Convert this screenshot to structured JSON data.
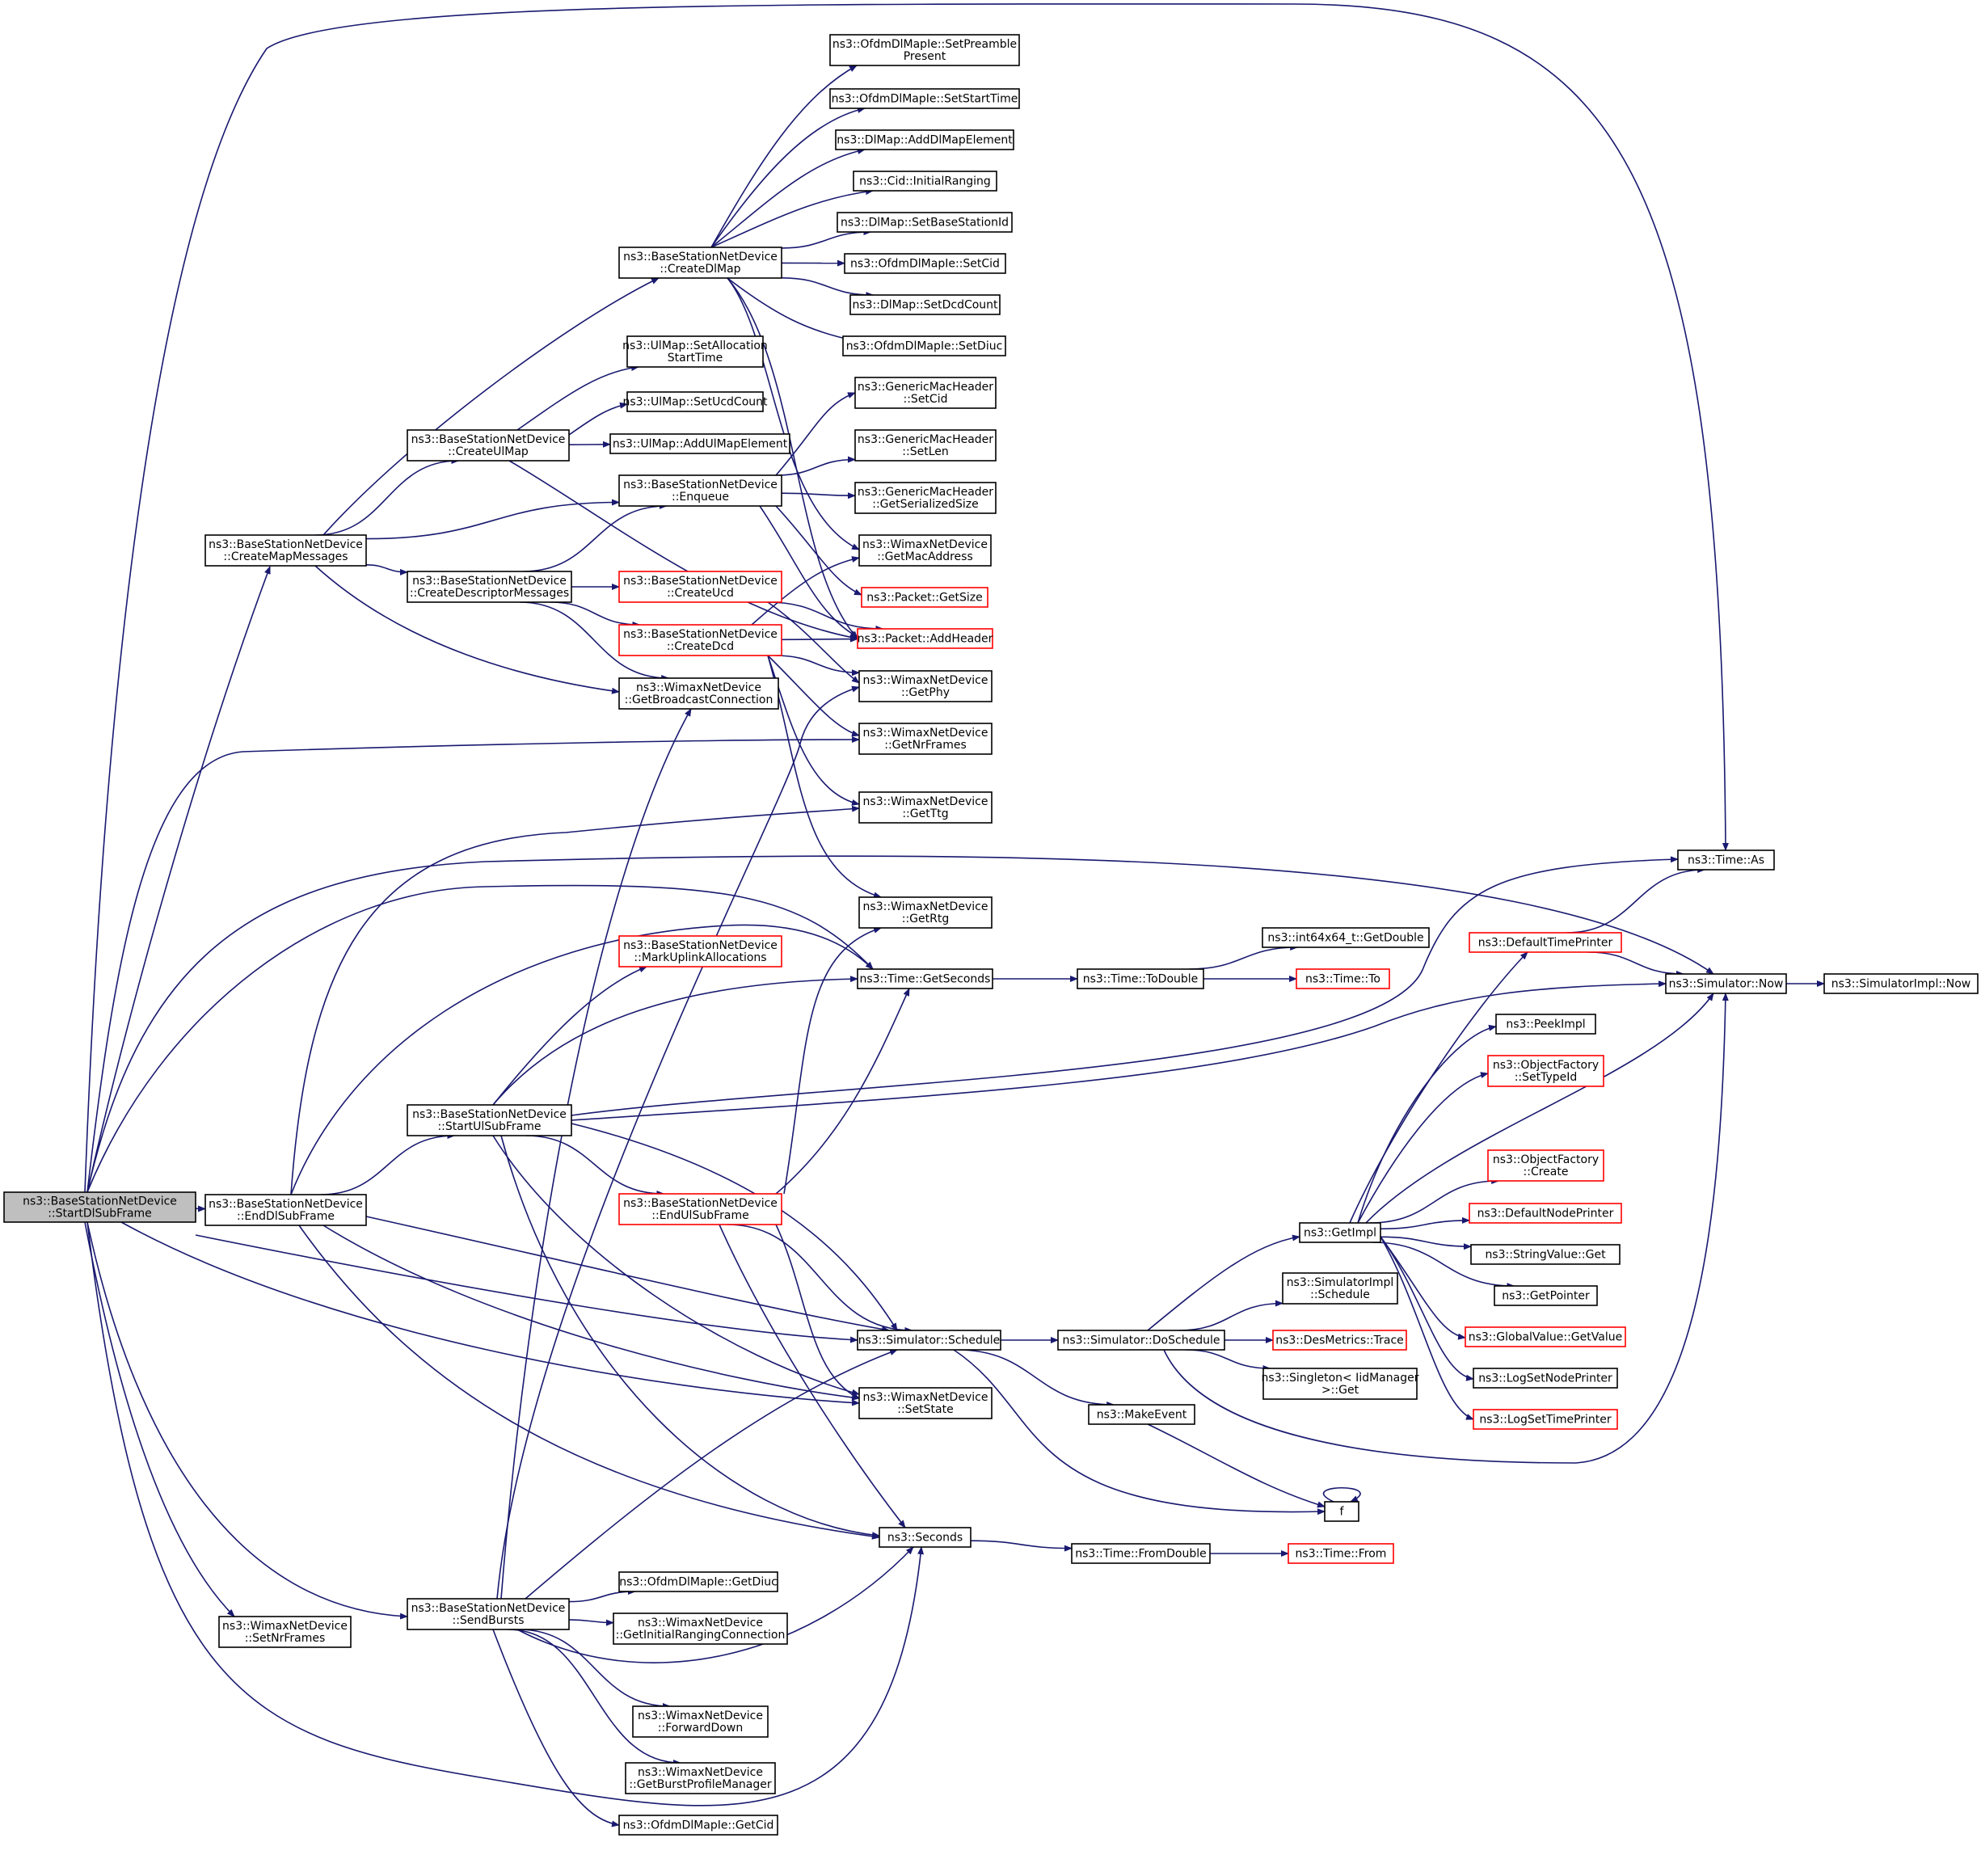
{
  "nodes": [
    {
      "id": "root",
      "lines": [
        "ns3::BaseStationNetDevice",
        "::StartDlSubFrame"
      ],
      "style": "root"
    },
    {
      "id": "createMapMessages",
      "lines": [
        "ns3::BaseStationNetDevice",
        "::CreateMapMessages"
      ],
      "style": "normal"
    },
    {
      "id": "endDlSubFrame",
      "lines": [
        "ns3::BaseStationNetDevice",
        "::EndDlSubFrame"
      ],
      "style": "normal"
    },
    {
      "id": "setNrFramesW",
      "lines": [
        "ns3::WimaxNetDevice",
        "::SetNrFrames"
      ],
      "style": "normal"
    },
    {
      "id": "createUlMap",
      "lines": [
        "ns3::BaseStationNetDevice",
        "::CreateUlMap"
      ],
      "style": "normal"
    },
    {
      "id": "createDescriptorMessages",
      "lines": [
        "ns3::BaseStationNetDevice",
        "::CreateDescriptorMessages"
      ],
      "style": "normal"
    },
    {
      "id": "startUlSubFrame",
      "lines": [
        "ns3::BaseStationNetDevice",
        "::StartUlSubFrame"
      ],
      "style": "normal"
    },
    {
      "id": "sendBursts",
      "lines": [
        "ns3::BaseStationNetDevice",
        "::SendBursts"
      ],
      "style": "normal"
    },
    {
      "id": "createDlMap",
      "lines": [
        "ns3::BaseStationNetDevice",
        "::CreateDlMap"
      ],
      "style": "normal"
    },
    {
      "id": "ulSetAllocStartTime",
      "lines": [
        "ns3::UlMap::SetAllocation",
        "StartTime"
      ],
      "style": "normal"
    },
    {
      "id": "ulSetUcdCount",
      "lines": [
        "ns3::UlMap::SetUcdCount"
      ],
      "style": "normal"
    },
    {
      "id": "ulAddUlMapElement",
      "lines": [
        "ns3::UlMap::AddUlMapElement"
      ],
      "style": "normal"
    },
    {
      "id": "enqueue",
      "lines": [
        "ns3::BaseStationNetDevice",
        "::Enqueue"
      ],
      "style": "normal"
    },
    {
      "id": "createUcd",
      "lines": [
        "ns3::BaseStationNetDevice",
        "::CreateUcd"
      ],
      "style": "red"
    },
    {
      "id": "createDcd",
      "lines": [
        "ns3::BaseStationNetDevice",
        "::CreateDcd"
      ],
      "style": "red"
    },
    {
      "id": "getBroadcastConnection",
      "lines": [
        "ns3::WimaxNetDevice",
        "::GetBroadcastConnection"
      ],
      "style": "normal"
    },
    {
      "id": "markUplinkAllocations",
      "lines": [
        "ns3::BaseStationNetDevice",
        "::MarkUplinkAllocations"
      ],
      "style": "red"
    },
    {
      "id": "endUlSubFrame",
      "lines": [
        "ns3::BaseStationNetDevice",
        "::EndUlSubFrame"
      ],
      "style": "red"
    },
    {
      "id": "ofdmGetDiuc",
      "lines": [
        "ns3::OfdmDlMapIe::GetDiuc"
      ],
      "style": "normal"
    },
    {
      "id": "getInitialRangingConnection",
      "lines": [
        "ns3::WimaxNetDevice",
        "::GetInitialRangingConnection"
      ],
      "style": "normal"
    },
    {
      "id": "forwardDown",
      "lines": [
        "ns3::WimaxNetDevice",
        "::ForwardDown"
      ],
      "style": "normal"
    },
    {
      "id": "getBurstProfileManager",
      "lines": [
        "ns3::WimaxNetDevice",
        "::GetBurstProfileManager"
      ],
      "style": "normal"
    },
    {
      "id": "ofdmGetCid",
      "lines": [
        "ns3::OfdmDlMapIe::GetCid"
      ],
      "style": "normal"
    },
    {
      "id": "ofdmSetPreamblePresent",
      "lines": [
        "ns3::OfdmDlMapIe::SetPreamble",
        "Present"
      ],
      "style": "normal"
    },
    {
      "id": "ofdmSetStartTime",
      "lines": [
        "ns3::OfdmDlMapIe::SetStartTime"
      ],
      "style": "normal"
    },
    {
      "id": "dlAddDlMapElement",
      "lines": [
        "ns3::DlMap::AddDlMapElement"
      ],
      "style": "normal"
    },
    {
      "id": "cidInitialRanging",
      "lines": [
        "ns3::Cid::InitialRanging"
      ],
      "style": "normal"
    },
    {
      "id": "dlSetBaseStationId",
      "lines": [
        "ns3::DlMap::SetBaseStationId"
      ],
      "style": "normal"
    },
    {
      "id": "ofdmSetCid",
      "lines": [
        "ns3::OfdmDlMapIe::SetCid"
      ],
      "style": "normal"
    },
    {
      "id": "dlSetDcdCount",
      "lines": [
        "ns3::DlMap::SetDcdCount"
      ],
      "style": "normal"
    },
    {
      "id": "ofdmSetDiuc",
      "lines": [
        "ns3::OfdmDlMapIe::SetDiuc"
      ],
      "style": "normal"
    },
    {
      "id": "gmhSetCid",
      "lines": [
        "ns3::GenericMacHeader",
        "::SetCid"
      ],
      "style": "normal"
    },
    {
      "id": "gmhSetLen",
      "lines": [
        "ns3::GenericMacHeader",
        "::SetLen"
      ],
      "style": "normal"
    },
    {
      "id": "gmhGetSerializedSize",
      "lines": [
        "ns3::GenericMacHeader",
        "::GetSerializedSize"
      ],
      "style": "normal"
    },
    {
      "id": "getMacAddress",
      "lines": [
        "ns3::WimaxNetDevice",
        "::GetMacAddress"
      ],
      "style": "normal"
    },
    {
      "id": "packetGetSize",
      "lines": [
        "ns3::Packet::GetSize"
      ],
      "style": "red"
    },
    {
      "id": "packetAddHeader",
      "lines": [
        "ns3::Packet::AddHeader"
      ],
      "style": "red"
    },
    {
      "id": "getPhy",
      "lines": [
        "ns3::WimaxNetDevice",
        "::GetPhy"
      ],
      "style": "normal"
    },
    {
      "id": "getNrFrames",
      "lines": [
        "ns3::WimaxNetDevice",
        "::GetNrFrames"
      ],
      "style": "normal"
    },
    {
      "id": "getTtg",
      "lines": [
        "ns3::WimaxNetDevice",
        "::GetTtg"
      ],
      "style": "normal"
    },
    {
      "id": "getRtg",
      "lines": [
        "ns3::WimaxNetDevice",
        "::GetRtg"
      ],
      "style": "normal"
    },
    {
      "id": "timeGetSeconds",
      "lines": [
        "ns3::Time::GetSeconds"
      ],
      "style": "normal"
    },
    {
      "id": "simSchedule",
      "lines": [
        "ns3::Simulator::Schedule"
      ],
      "style": "normal"
    },
    {
      "id": "setState",
      "lines": [
        "ns3::WimaxNetDevice",
        "::SetState"
      ],
      "style": "normal"
    },
    {
      "id": "seconds",
      "lines": [
        "ns3::Seconds"
      ],
      "style": "normal"
    },
    {
      "id": "timeToDouble",
      "lines": [
        "ns3::Time::ToDouble"
      ],
      "style": "normal"
    },
    {
      "id": "int64GetDouble",
      "lines": [
        "ns3::int64x64_t::GetDouble"
      ],
      "style": "normal"
    },
    {
      "id": "timeTo",
      "lines": [
        "ns3::Time::To"
      ],
      "style": "red"
    },
    {
      "id": "simDoSchedule",
      "lines": [
        "ns3::Simulator::DoSchedule"
      ],
      "style": "normal"
    },
    {
      "id": "makeEvent",
      "lines": [
        "ns3::MakeEvent"
      ],
      "style": "normal"
    },
    {
      "id": "timeFromDouble",
      "lines": [
        "ns3::Time::FromDouble"
      ],
      "style": "normal"
    },
    {
      "id": "timeFrom",
      "lines": [
        "ns3::Time::From"
      ],
      "style": "red"
    },
    {
      "id": "getImpl",
      "lines": [
        "ns3::GetImpl"
      ],
      "style": "normal"
    },
    {
      "id": "simImplSchedule",
      "lines": [
        "ns3::SimulatorImpl",
        "::Schedule"
      ],
      "style": "normal"
    },
    {
      "id": "desMetricsTrace",
      "lines": [
        "ns3::DesMetrics::Trace"
      ],
      "style": "red"
    },
    {
      "id": "singletonGet",
      "lines": [
        "ns3::Singleton< IidManager",
        " >::Get"
      ],
      "style": "normal"
    },
    {
      "id": "f",
      "lines": [
        "f"
      ],
      "style": "normal"
    },
    {
      "id": "timeAs",
      "lines": [
        "ns3::Time::As"
      ],
      "style": "normal"
    },
    {
      "id": "defaultTimePrinter",
      "lines": [
        "ns3::DefaultTimePrinter"
      ],
      "style": "red"
    },
    {
      "id": "simNow",
      "lines": [
        "ns3::Simulator::Now"
      ],
      "style": "normal"
    },
    {
      "id": "simImplNow",
      "lines": [
        "ns3::SimulatorImpl::Now"
      ],
      "style": "normal"
    },
    {
      "id": "peekImpl",
      "lines": [
        "ns3::PeekImpl"
      ],
      "style": "normal"
    },
    {
      "id": "ofSetTypeId",
      "lines": [
        "ns3::ObjectFactory",
        "::SetTypeId"
      ],
      "style": "red"
    },
    {
      "id": "ofCreate",
      "lines": [
        "ns3::ObjectFactory",
        "::Create"
      ],
      "style": "red"
    },
    {
      "id": "defaultNodePrinter",
      "lines": [
        "ns3::DefaultNodePrinter"
      ],
      "style": "red"
    },
    {
      "id": "stringValueGet",
      "lines": [
        "ns3::StringValue::Get"
      ],
      "style": "normal"
    },
    {
      "id": "getPointer",
      "lines": [
        "ns3::GetPointer"
      ],
      "style": "normal"
    },
    {
      "id": "globalValueGetValue",
      "lines": [
        "ns3::GlobalValue::GetValue"
      ],
      "style": "red"
    },
    {
      "id": "logSetNodePrinter",
      "lines": [
        "ns3::LogSetNodePrinter"
      ],
      "style": "normal"
    },
    {
      "id": "logSetTimePrinter",
      "lines": [
        "ns3::LogSetTimePrinter"
      ],
      "style": "red"
    }
  ]
}
